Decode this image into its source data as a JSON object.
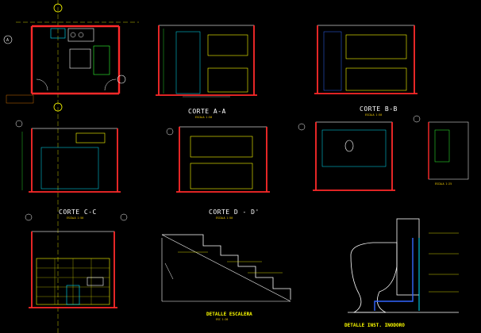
{
  "colors": {
    "background": "#000000",
    "wall_red": "#ff2a2a",
    "annotation_yellow": "#ffff00",
    "dim_green": "#33ff33",
    "cyan": "#00e5ff",
    "blue": "#3366ff",
    "white": "#ffffff",
    "orange": "#ff8800",
    "magenta": "#ff33cc"
  },
  "views": {
    "plan": {
      "marker_label": "A"
    },
    "corte_aa": {
      "title": "CORTE A-A",
      "scale": "ESCALA 1:50"
    },
    "corte_bb": {
      "title": "CORTE B-B",
      "scale": "ESCALA 1:50"
    },
    "corte_cc": {
      "title": "CORTE C-C",
      "scale": "ESCALA 1:50"
    },
    "corte_dd": {
      "title": "CORTE D - D'",
      "scale": "ESCALA 1:50"
    },
    "det_escalera": {
      "title": "DETALLE ESCALERA",
      "scale": "ESC 1:20"
    },
    "det_inodoro": {
      "title": "DETALLE INST. INODORO"
    },
    "det_bb_side": {
      "scale": "ESCALA 1:25"
    }
  }
}
